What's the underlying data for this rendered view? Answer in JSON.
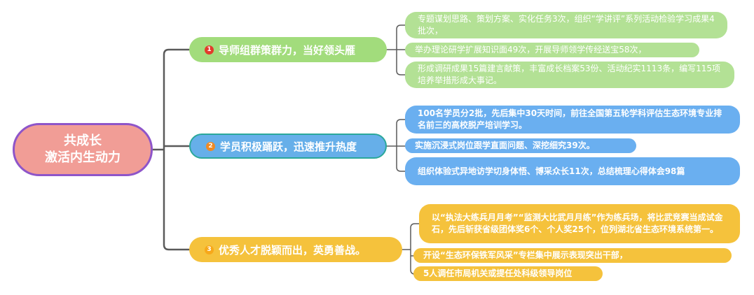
{
  "root": {
    "line1": "共成长",
    "line2": "激活内生动力"
  },
  "branches": [
    {
      "number": "1",
      "title": "导师组群策群力，当好领头雁",
      "items": [
        "专题谋划思路、策划方案、实化任务3次，组织“学讲评”系列活动检验学习成果4批次，",
        "举办理论研学扩展知识面49次，开展导师领学传经送宝58次，",
        "形成调研成果15篇建言献策，丰富成长档案53份、活动纪实1113条，编写115项培养举措形成大事记。"
      ]
    },
    {
      "number": "2",
      "title": "学员积极踊跃，迅速推升热度",
      "items": [
        "100名学员分2批，先后集中30天时间，前往全国第五轮学科评估生态环境专业排名前三的高校脱产培训学习。",
        "实施沉浸式岗位跟学直面问题、深挖细究39次。",
        "组织体验式异地访学切身体悟、博采众长11次，总结梳理心得体会98篇"
      ]
    },
    {
      "number": "3",
      "title": "优秀人才脱颖而出，英勇善战。",
      "items": [
        "以“执法大练兵月月考”“监测大比武月月练”作为练兵场，将比武竞赛当成试金石，先后斩获省级团体奖6个、个人奖25个，位列湖北省生态环境系统第一。",
        "开设“生态环保铁军风采”专栏集中展示表现突出干部，",
        "5人调任市局机关或提任处科级领导岗位"
      ]
    }
  ]
}
